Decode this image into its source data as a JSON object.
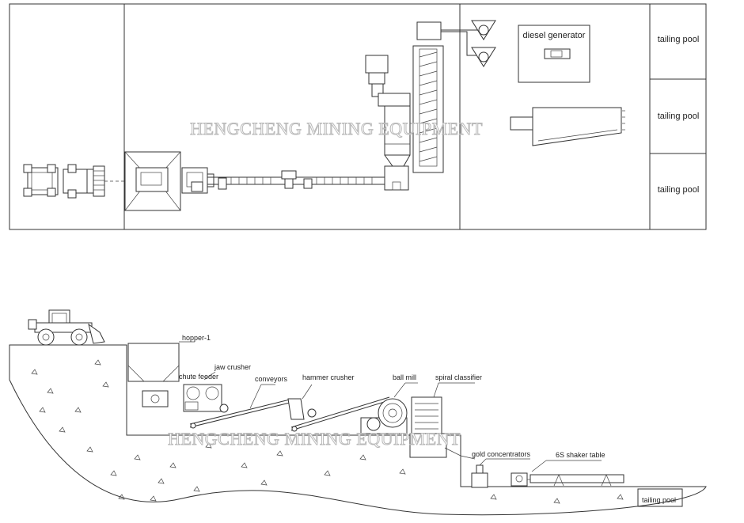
{
  "watermark": "HENGCHENG MINING EQUIPMENT",
  "plan_view": {
    "diesel_generator_label": "diesel generator",
    "tailing_pools": [
      "tailing pool",
      "tailing pool",
      "tailing pool"
    ]
  },
  "elevation_view": {
    "labels": {
      "hopper": "hopper-1",
      "chute_feeder": "chute feeder",
      "jaw_crusher": "jaw crusher",
      "conveyors": "conveyors",
      "hammer_crusher": "hammer crusher",
      "ball_mill": "ball mill",
      "spiral_classifier": "spiral classifier",
      "gold_concentrators": "gold concentrators",
      "shaker_table": "6S shaker table",
      "tailing_pool": "tailing pool"
    }
  }
}
